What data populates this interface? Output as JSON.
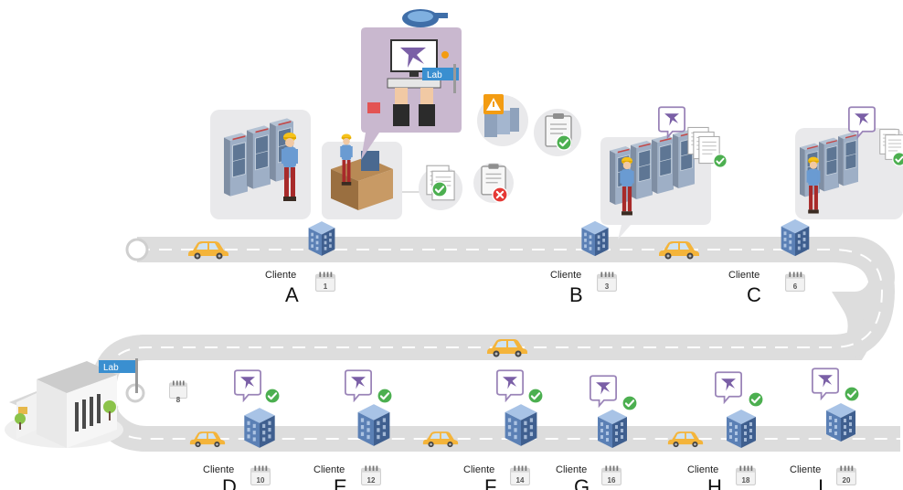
{
  "lab_label": "Lab",
  "client_word": "Cliente",
  "clients": [
    {
      "letter": "A",
      "day": "1"
    },
    {
      "letter": "B",
      "day": "3"
    },
    {
      "letter": "C",
      "day": "6"
    },
    {
      "letter": "D",
      "day": "10"
    },
    {
      "letter": "E",
      "day": "12"
    },
    {
      "letter": "F",
      "day": "14"
    },
    {
      "letter": "G",
      "day": "16"
    },
    {
      "letter": "H",
      "day": "18"
    },
    {
      "letter": "I",
      "day": "20"
    }
  ],
  "lab_day": "8",
  "icons": {
    "car": "car-icon",
    "building": "office-building-icon",
    "calendar": "calendar-icon",
    "check": "check-icon",
    "warning": "warning-icon",
    "error": "error-icon",
    "bird_logo": "bird-logo-icon",
    "clipboard": "clipboard-icon",
    "globe": "globe-icon"
  },
  "colors": {
    "road": "#dcdcdc",
    "road_dash": "#ffffff",
    "car": "#f4b43a",
    "building": "#5b80b5",
    "check": "#4caf50",
    "error": "#e53935",
    "warning": "#f39c12",
    "lab_tag": "#3a8fd0",
    "bird": "#7a5fa6",
    "bubble": "#e9e9eb",
    "computer_bubble": "#c9b8cf"
  }
}
